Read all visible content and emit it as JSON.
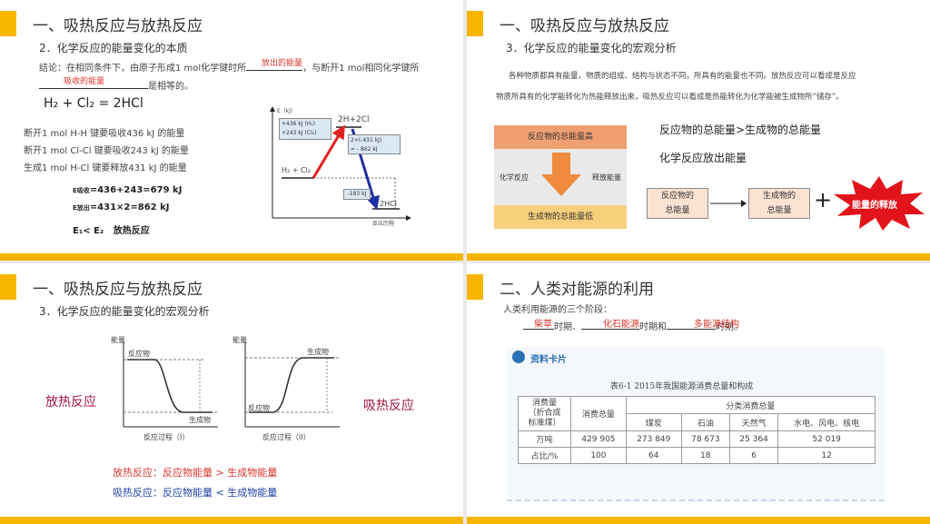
{
  "slide1": {
    "title": "一、吸热反应与放热反应",
    "subtitle": "2．化学反应的能量变化的本质",
    "conclusion_a": "结论：在相同条件下，由原子形成1 mol化学键时所",
    "fill1": "放出的能量",
    "conclusion_b": "，与断开1  mol相同化学键所",
    "fill2": "吸收的能量",
    "conclusion_c": "是相等的。",
    "equation": "H₂ +   Cl₂   =  2HCl",
    "lines": [
      "断开1 mol H-H   键要吸收436 kJ 的能量",
      "断开1 mol Cl-Cl 键要吸收243 kJ 的能量",
      "生成1 mol H-Cl  键要释放431 kJ 的能量"
    ],
    "e_absorb_label": "E吸收",
    "e_absorb_val": "=436+243=679 kJ",
    "e_release_label": "E放出",
    "e_release_val": "=431×2=862 kJ",
    "compare": "E₁< E₂",
    "compare_result": "放热反应",
    "diagram": {
      "y_axis": "E（kJ）",
      "x_axis": "反应历程",
      "box1": [
        "+436 kJ (H₂)",
        "+243 kJ (Cl₂)"
      ],
      "box2": [
        "2×(-431 kJ)",
        "= - 862 kJ"
      ],
      "box3": "-183 kJ",
      "top_label": "2H+2Cl",
      "left_label": "H₂ + Cl₂",
      "right_label": "2HCl"
    }
  },
  "slide2": {
    "title": "一、吸热反应与放热反应",
    "subtitle": "3．化学反应的能量变化的宏观分析",
    "para1": "各种物质都具有能量，物质的组成、结构与状态不同，所具有的能量也不同。放热反应可以看成是反应",
    "para2": "物质所具有的化学能转化为热能释放出来，吸热反应可以看成是热能转化为化学能被生成物所“储存”。",
    "card_top": "反应物的总能量高",
    "card_left": "化学反应",
    "card_right": "释放能量",
    "card_bottom": "生成物的总能量低",
    "stmt1": "反应物的总能量>生成物的总能量",
    "stmt2": "化学反应放出能量",
    "flow_box1": [
      "反应物的",
      "总能量"
    ],
    "flow_box2": [
      "生成物的",
      "总能量"
    ],
    "burst": "能量的释放"
  },
  "slide3": {
    "title": "一、吸热反应与放热反应",
    "subtitle": "3．化学反应的能量变化的宏观分析",
    "left_label": "放热反应",
    "right_label": "吸热反应",
    "chart1": {
      "y": "能量",
      "start": "反应物",
      "end": "生成物",
      "x": "反应过程（I）"
    },
    "chart2": {
      "y": "能量",
      "start": "反应物",
      "end": "生成物",
      "x": "反应过程（II）"
    },
    "rule1": "放热反应：反应物能量  >  生成物能量",
    "rule2": "吸热反应：反应物能量  <  生成物能量"
  },
  "slide4": {
    "title": "二、人类对能源的利用",
    "intro": "人类利用能源的三个阶段：",
    "fill_a": "柴草",
    "text_a": "时期、",
    "fill_b": "化石能源",
    "text_b": "时期和",
    "fill_c": "多能源结构",
    "text_c": "时期。",
    "card_header": "资料卡片",
    "table_title": "表6-1    2015年我国能源消费总量和构成",
    "table": {
      "col_head": [
        "消费量",
        "（折合成",
        "标准煤）"
      ],
      "col_total": "消费总量",
      "col_group": "分类消费总量",
      "sub_cols": [
        "煤炭",
        "石油",
        "天然气",
        "水电、风电、核电"
      ],
      "row1_label": "万吨",
      "row1": [
        "429 905",
        "273 849",
        "78 673",
        "25 364",
        "52 019"
      ],
      "row2_label": "占比/%",
      "row2": [
        "100",
        "64",
        "18",
        "6",
        "12"
      ]
    }
  }
}
